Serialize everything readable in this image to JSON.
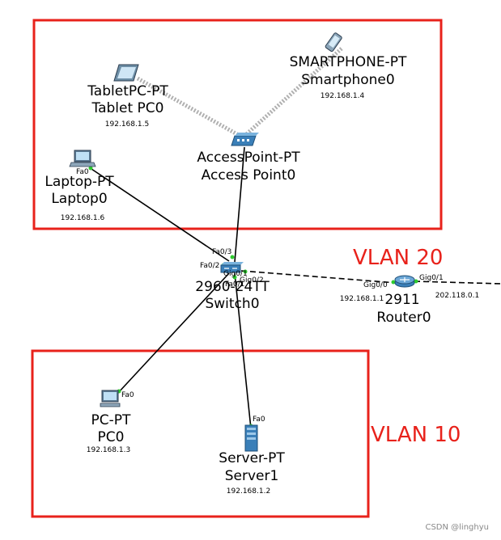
{
  "zones": {
    "vlan20": {
      "label": "VLAN 20",
      "color": "#e8221b"
    },
    "vlan10": {
      "label": "VLAN 10",
      "color": "#e8221b"
    }
  },
  "devices": {
    "tablet": {
      "model": "TabletPC-PT",
      "name": "Tablet PC0",
      "ip": "192.168.1.5",
      "icon": "tablet-icon"
    },
    "smartphone": {
      "model": "SMARTPHONE-PT",
      "name": "Smartphone0",
      "ip": "192.168.1.4",
      "icon": "smartphone-icon"
    },
    "access_point": {
      "model": "AccessPoint-PT",
      "name": "Access Point0",
      "icon": "access-point-icon"
    },
    "laptop": {
      "model": "Laptop-PT",
      "name": "Laptop0",
      "ip": "192.168.1.6",
      "icon": "laptop-icon"
    },
    "switch": {
      "model": "2960-24TT",
      "name": "Switch0",
      "icon": "switch-icon"
    },
    "router": {
      "model": "2911",
      "name": "Router0",
      "ip": "192.168.1.1",
      "ip_outside": "202.118.0.1",
      "icon": "router-icon"
    },
    "pc": {
      "model": "PC-PT",
      "name": "PC0",
      "ip": "192.168.1.3",
      "icon": "pc-icon"
    },
    "server": {
      "model": "Server-PT",
      "name": "Server1",
      "ip": "192.168.1.2",
      "icon": "server-icon"
    }
  },
  "ports": {
    "laptop_fa0": "Fa0",
    "switch_fa03": "Fa0/3",
    "switch_fa02": "Fa0/2",
    "switch_gig01": "Gig0/1",
    "switch_gig02": "Gig0/2",
    "switch_fa01": "Fa0/1",
    "router_gig00": "Gig0/0",
    "router_gig01": "Gig0/1",
    "pc_fa0": "Fa0",
    "server_fa0": "Fa0"
  },
  "watermark": "CSDN @linghyu",
  "colors": {
    "link": "#000000",
    "wireless": "#b8b8b8",
    "port_up": "#2ecc2e",
    "device_blue": "#3a7fb8"
  }
}
